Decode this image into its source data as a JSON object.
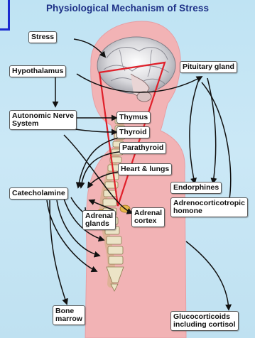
{
  "title": "Physiological Mechanism of Stress",
  "labels": {
    "stress": "Stress",
    "hypothalamus": "Hypothalamus",
    "pituitary": "Pituitary gland",
    "ans_line1": "Autonomic Nerve",
    "ans_line2": "System",
    "thymus": "Thymus",
    "thyroid": "Thyroid",
    "parathyroid": "Parathyroid",
    "heart": "Heart & lungs",
    "endorphines": "Endorphines",
    "catecholamine": "Catecholamine",
    "acth_line1": "Adrenocorticotropic",
    "acth_line2": "homone",
    "adrenal_glands_line1": "Adrenal",
    "adrenal_glands_line2": "glands",
    "adrenal_cortex_line1": "Adrenal",
    "adrenal_cortex_line2": "cortex",
    "bone_marrow_line1": "Bone",
    "bone_marrow_line2": "marrow",
    "gluco_line1": "Glucocorticoids",
    "gluco_line2": "including cortisol"
  },
  "colors": {
    "background": "#c4e5f4",
    "title": "#1c2f86",
    "body": "#f2b3b5",
    "triangle": "#e0202a",
    "arrows": "#111111",
    "accent_mark": "#1a2bd0"
  }
}
